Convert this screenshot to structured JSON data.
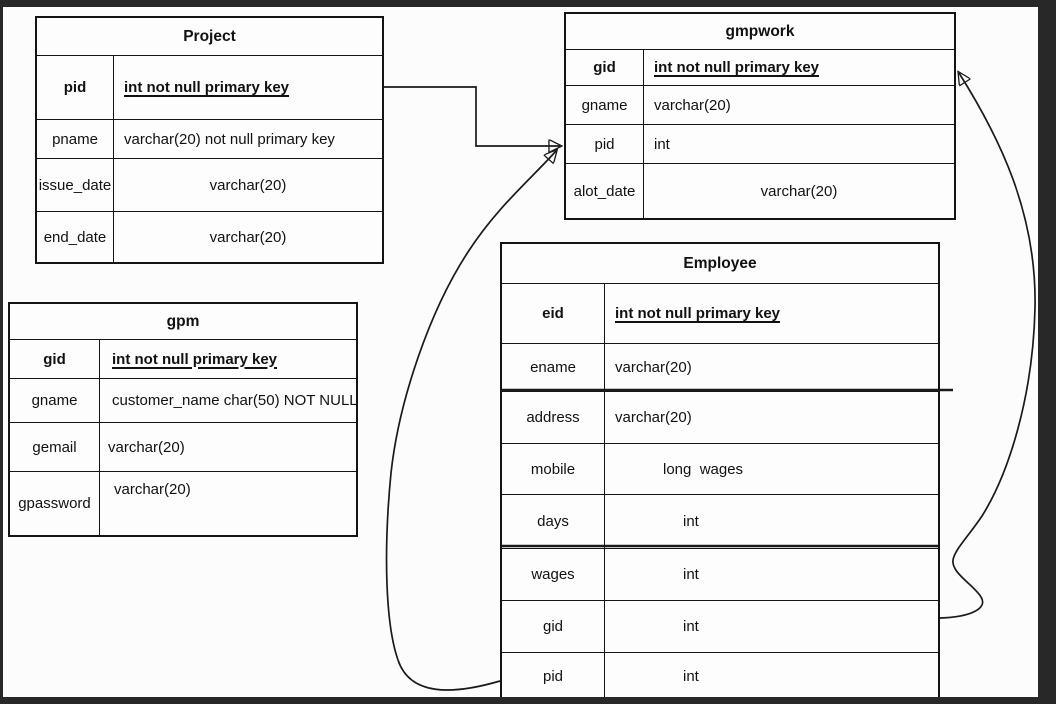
{
  "diagram": {
    "tables": {
      "project": {
        "title": "Project",
        "rows": [
          {
            "name": "pid",
            "type": "int not null primary key"
          },
          {
            "name": "pname",
            "type": "varchar(20) not null primary key"
          },
          {
            "name": "issue_date",
            "type": "varchar(20)"
          },
          {
            "name": "end_date",
            "type": "varchar(20)"
          }
        ]
      },
      "gmpwork": {
        "title": "gmpwork",
        "rows": [
          {
            "name": "gid",
            "type": "int not null primary key"
          },
          {
            "name": "gname",
            "type": "varchar(20)"
          },
          {
            "name": "pid",
            "type": "int"
          },
          {
            "name": "alot_date",
            "type": "varchar(20)"
          }
        ]
      },
      "gpm": {
        "title": "gpm",
        "rows": [
          {
            "name": "gid",
            "type": "int not null primary key"
          },
          {
            "name": "gname",
            "type": "customer_name char(50) NOT NULL"
          },
          {
            "name": "gemail",
            "type": "varchar(20)"
          },
          {
            "name": "gpassword",
            "type": "varchar(20)"
          }
        ]
      },
      "employee": {
        "title": "Employee",
        "rows": [
          {
            "name": "eid",
            "type": "int not null primary key"
          },
          {
            "name": "ename",
            "type": "varchar(20)"
          },
          {
            "name": "address",
            "type": "varchar(20)"
          },
          {
            "name": "mobile",
            "type": "long  wages"
          },
          {
            "name": "days",
            "type": "int"
          },
          {
            "name": "wages",
            "type": "int"
          },
          {
            "name": "gid",
            "type": "int"
          },
          {
            "name": "pid",
            "type": "int"
          }
        ]
      }
    },
    "connections": [
      {
        "from": "Project.pid",
        "to": "gmpwork.pid"
      },
      {
        "from": "Employee.pid",
        "to": "gmpwork.pid"
      },
      {
        "from": "Employee.gid",
        "to": "gmpwork.gid"
      }
    ],
    "colors": {
      "line": "#1a1a1a",
      "frame": "#282828",
      "background": "#fcfcfc"
    }
  }
}
